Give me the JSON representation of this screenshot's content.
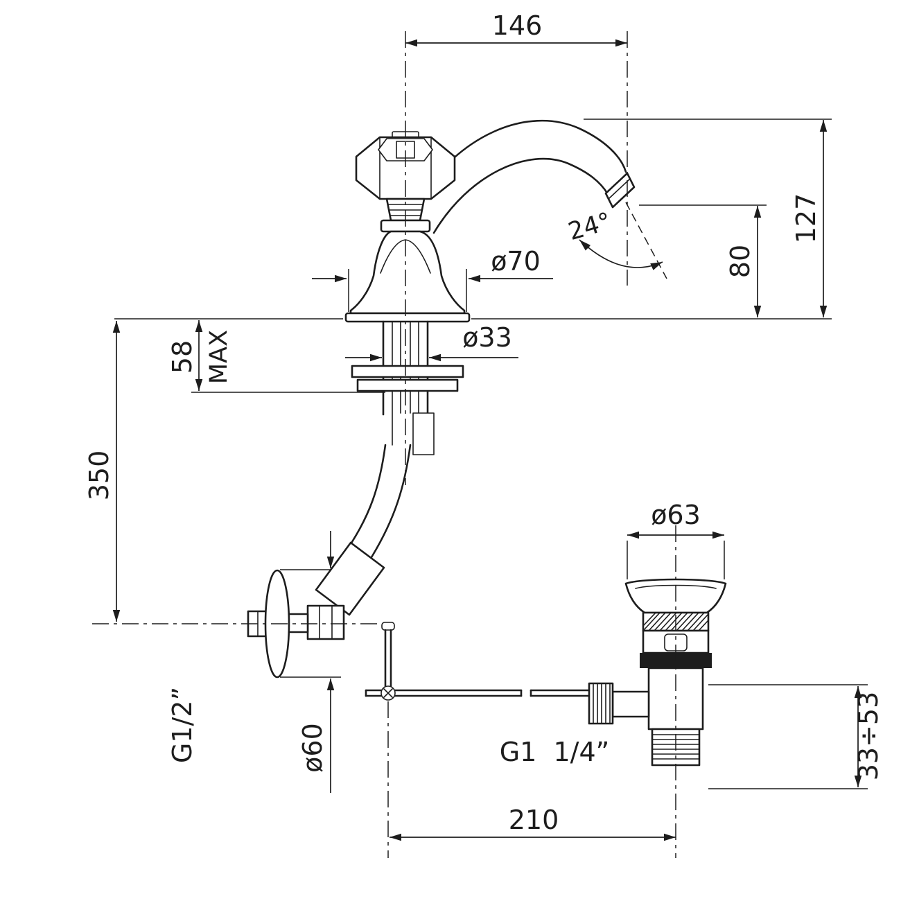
{
  "drawing": {
    "type": "technical-dimension-drawing",
    "subject": "single-hole basin faucet with pop-up waste",
    "background": "#ffffff",
    "line_color": "#1d1d1d",
    "labels": {
      "spout_reach": "146",
      "height_total": "127",
      "height_outlet": "80",
      "spout_angle": "24°",
      "base_diameter": "ø70",
      "shank_diameter": "ø33",
      "deck_thickness": "58",
      "deck_thickness_qualifier": "MAX",
      "hose_drop": "350",
      "inlet_thread": "G1/2”",
      "escutcheon_diameter": "ø60",
      "waste_cap_diameter": "ø63",
      "waste_adjust_range": "33÷53",
      "waste_thread": "G1  1/4”",
      "waste_offset": "210"
    }
  }
}
